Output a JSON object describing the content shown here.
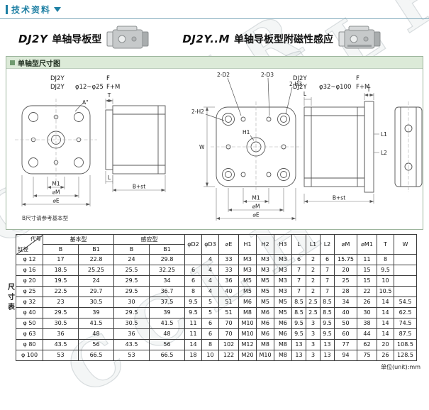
{
  "header": {
    "title": "技术资料"
  },
  "sections": [
    {
      "model": "DJ2Y",
      "desc": "单轴导板型"
    },
    {
      "model": "DJ2Y..M",
      "desc": "单轴导板型附磁性感应"
    }
  ],
  "panel": {
    "title": "单轴型尺寸图",
    "left_variant": {
      "model1": "DJ2Y",
      "model2": "DJ2Y",
      "range": "φ12~φ25",
      "opt1": "F",
      "opt2": "F+M"
    },
    "right_variant": {
      "model1": "DJ2Y",
      "model2": "DJ2Y",
      "range": "φ32~φ100",
      "opt1": "F",
      "opt2": "F+M"
    },
    "labels": {
      "a": "A\"",
      "m1": "M1",
      "dm": "⌀M",
      "de": "⌀E",
      "t": "T",
      "l": "L",
      "l1": "L1",
      "l2": "L2",
      "bst": "B+st",
      "d2": "2-D2",
      "d3": "2-D3",
      "h2": "2-H2",
      "h3": "2-H3",
      "h1": "H1",
      "w": "W"
    },
    "note": "B尺寸请参考基本型"
  },
  "side_tab": "尺寸表",
  "table": {
    "corner_top": "代号",
    "corner_bottom": "缸径",
    "group_basic": "基本型",
    "group_sensor": "感应型",
    "sub_headers": [
      "B",
      "B1",
      "B",
      "B1"
    ],
    "columns": [
      "φD2",
      "φD3",
      "⌀E",
      "H1",
      "H2",
      "H3",
      "L",
      "L1",
      "L2",
      "⌀M",
      "⌀M1",
      "T",
      "W"
    ],
    "rows": [
      {
        "bore": "φ 12",
        "values": [
          "17",
          "22.8",
          "24",
          "29.8",
          "",
          "4",
          "33",
          "M3",
          "M3",
          "M3",
          "6",
          "2",
          "6",
          "15.75",
          "11",
          "8",
          ""
        ]
      },
      {
        "bore": "φ 16",
        "values": [
          "18.5",
          "25.25",
          "25.5",
          "32.25",
          "6",
          "4",
          "33",
          "M3",
          "M3",
          "M3",
          "7",
          "2",
          "7",
          "20",
          "15",
          "9.5",
          ""
        ]
      },
      {
        "bore": "φ 20",
        "values": [
          "19.5",
          "24",
          "29.5",
          "34",
          "6",
          "4",
          "36",
          "M5",
          "M5",
          "M3",
          "7",
          "2",
          "7",
          "25",
          "15",
          "10",
          ""
        ]
      },
      {
        "bore": "φ 25",
        "values": [
          "22.5",
          "29.7",
          "29.5",
          "36.7",
          "8",
          "4",
          "40",
          "M5",
          "M5",
          "M3",
          "7",
          "2",
          "7",
          "28",
          "22",
          "10.5",
          ""
        ]
      },
      {
        "bore": "φ 32",
        "values": [
          "23",
          "30.5",
          "30",
          "37.5",
          "9.5",
          "5",
          "51",
          "M6",
          "M5",
          "M5",
          "8.5",
          "2.5",
          "8.5",
          "34",
          "26",
          "14",
          "54.5"
        ]
      },
      {
        "bore": "φ 40",
        "values": [
          "29.5",
          "39",
          "29.5",
          "39",
          "9.5",
          "5",
          "51",
          "M8",
          "M6",
          "M5",
          "8.5",
          "2.5",
          "8.5",
          "40",
          "30",
          "14",
          "62.5"
        ]
      },
      {
        "bore": "φ 50",
        "values": [
          "30.5",
          "41.5",
          "30.5",
          "41.5",
          "11",
          "6",
          "70",
          "M10",
          "M6",
          "M6",
          "9.5",
          "3",
          "9.5",
          "50",
          "38",
          "14",
          "74.5"
        ]
      },
      {
        "bore": "φ 63",
        "values": [
          "36",
          "48",
          "36",
          "48",
          "11",
          "6",
          "70",
          "M10",
          "M6",
          "M6",
          "9.5",
          "3",
          "9.5",
          "60",
          "44",
          "14",
          "87.5"
        ]
      },
      {
        "bore": "φ 80",
        "values": [
          "43.5",
          "56",
          "43.5",
          "56",
          "14",
          "8",
          "102",
          "M12",
          "M8",
          "M8",
          "13",
          "3",
          "13",
          "77",
          "62",
          "20",
          "108.5"
        ]
      },
      {
        "bore": "φ 100",
        "values": [
          "53",
          "66.5",
          "53",
          "66.5",
          "18",
          "10",
          "122",
          "M20",
          "M10",
          "M8",
          "13",
          "3",
          "13",
          "94",
          "75",
          "26",
          "128.5"
        ]
      }
    ]
  },
  "footer": {
    "unit": "单位(unit):mm"
  },
  "watermark": "CCLHR"
}
